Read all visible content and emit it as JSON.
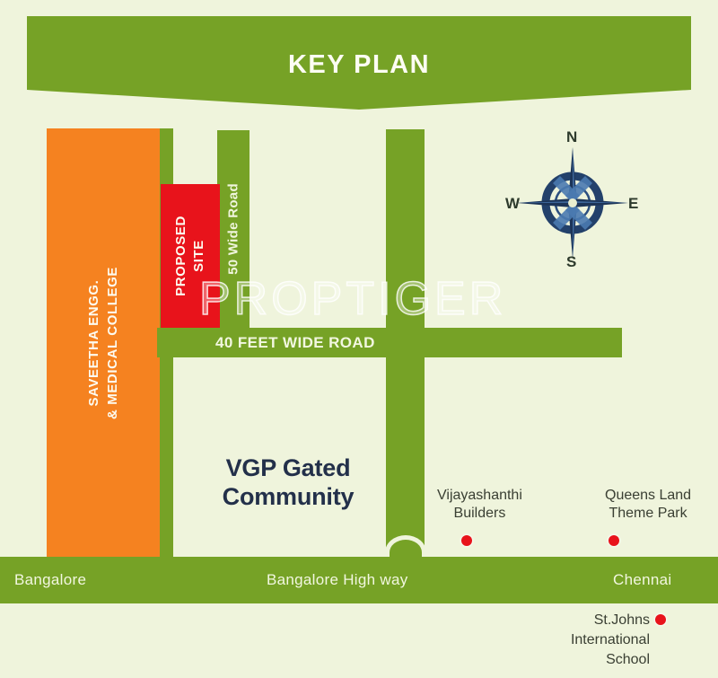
{
  "header": {
    "title": "KEY PLAN",
    "banner_color": "#76a226"
  },
  "watermark": {
    "text": "PROPTIGER"
  },
  "map": {
    "background_color": "#eff4dc",
    "road_color": "#76a226",
    "college": {
      "label_line1": "SAVEETHA ENGG.",
      "label_line2": "& MEDICAL COLLEGE",
      "color": "#f58220"
    },
    "proposed_site": {
      "label_line1": "PROPOSED",
      "label_line2": "SITE",
      "color": "#e8131b"
    },
    "roads": {
      "wide_road_50": "50 Wide Road",
      "wide_road_40": "40 FEET WIDE ROAD"
    },
    "highway": {
      "left_label": "Bangalore",
      "center_label": "Bangalore High way",
      "right_label": "Chennai"
    },
    "community": {
      "line1": "VGP Gated",
      "line2": "Community",
      "color": "#23304a"
    },
    "points_of_interest": [
      {
        "line1": "Vijayashanthi",
        "line2": "Builders",
        "marker_color": "#e8131b"
      },
      {
        "line1": "Queens Land",
        "line2": "Theme Park",
        "marker_color": "#e8131b"
      },
      {
        "line1": "St.Johns",
        "line2": "International",
        "line3": "School",
        "marker_color": "#e8131b"
      }
    ],
    "compass": {
      "north": "N",
      "south": "S",
      "east": "E",
      "west": "W",
      "color": "#23416b"
    }
  }
}
